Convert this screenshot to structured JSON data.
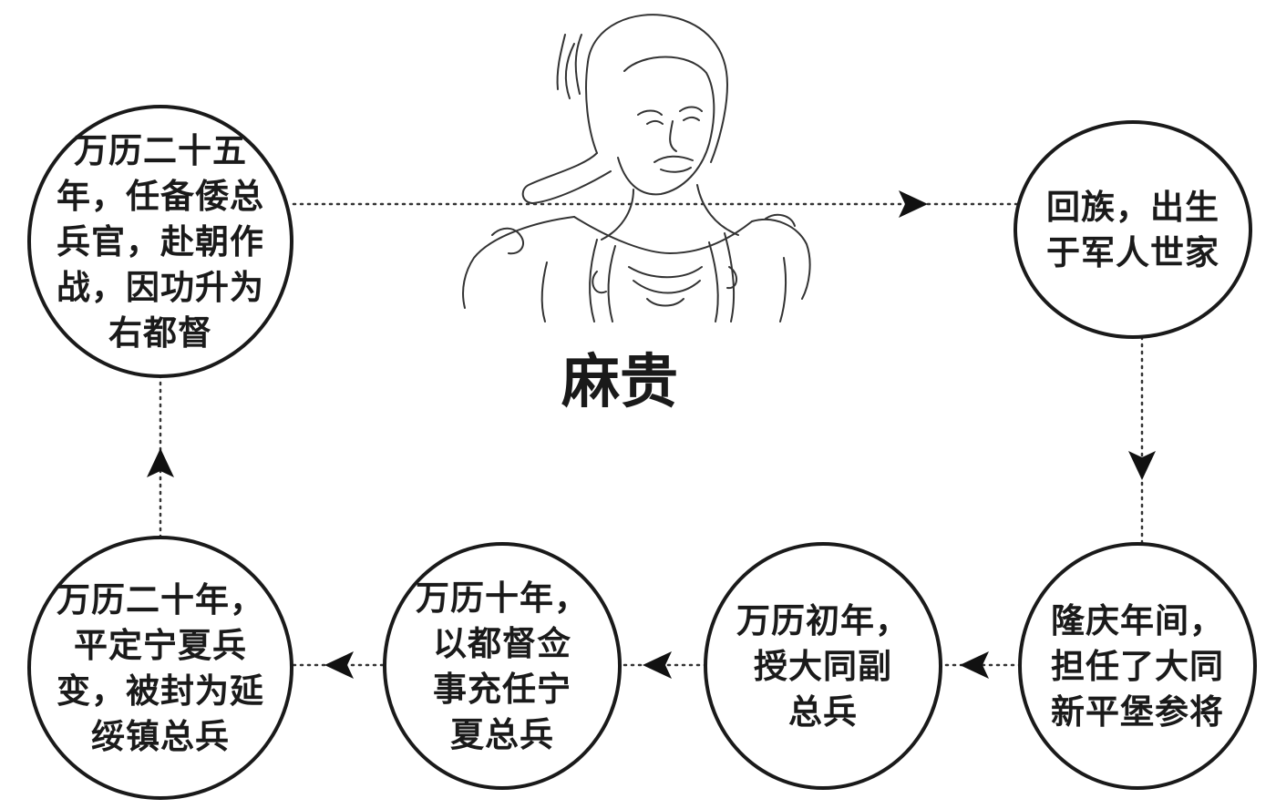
{
  "title": "麻贵",
  "nodes": [
    {
      "id": "n1",
      "text": "回族，出生\n于军人世家"
    },
    {
      "id": "n2",
      "text": "隆庆年间，\n担任了大同\n新平堡参将"
    },
    {
      "id": "n3",
      "text": "万历初年，\n授大同副\n总兵"
    },
    {
      "id": "n4",
      "text": "万历十年，\n以都督佥\n事充任宁\n夏总兵"
    },
    {
      "id": "n5",
      "text": "万历二十年，\n平定宁夏兵\n变，被封为延\n绥镇总兵"
    },
    {
      "id": "n6",
      "text": "万历二十五\n年，任备倭总\n兵官，赴朝作\n战，因功升为\n右都督"
    }
  ],
  "edges": [
    {
      "from": "n6",
      "to": "n1"
    },
    {
      "from": "n1",
      "to": "n2"
    },
    {
      "from": "n2",
      "to": "n3"
    },
    {
      "from": "n3",
      "to": "n4"
    },
    {
      "from": "n4",
      "to": "n5"
    },
    {
      "from": "n5",
      "to": "n6"
    }
  ],
  "portrait_icon": "warrior-portrait-sketch"
}
